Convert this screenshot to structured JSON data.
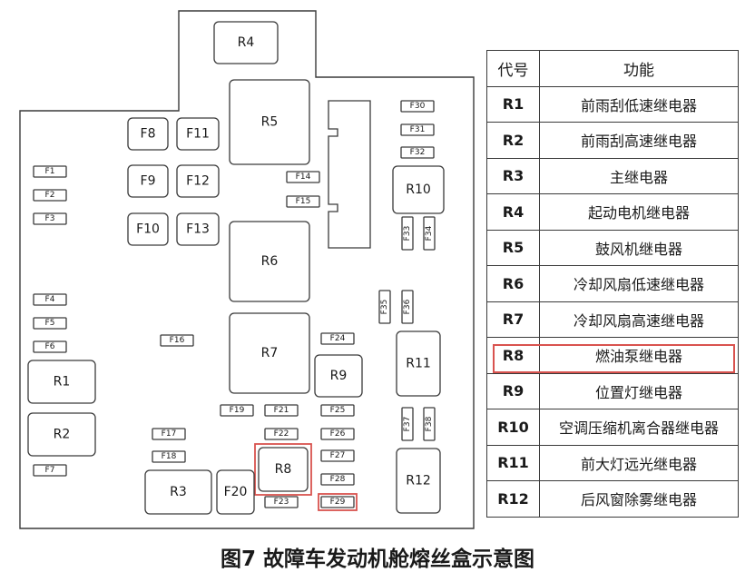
{
  "components": [
    {
      "id": "R4",
      "label": "R4"
    },
    {
      "id": "R5",
      "label": "R5"
    },
    {
      "id": "R6",
      "label": "R6"
    },
    {
      "id": "R7",
      "label": "R7"
    },
    {
      "id": "R8",
      "label": "R8"
    },
    {
      "id": "R9",
      "label": "R9"
    },
    {
      "id": "R10",
      "label": "R10"
    },
    {
      "id": "R11",
      "label": "R11"
    },
    {
      "id": "R12",
      "label": "R12"
    },
    {
      "id": "R1",
      "label": "R1"
    },
    {
      "id": "R2",
      "label": "R2"
    },
    {
      "id": "R3",
      "label": "R3"
    },
    {
      "id": "F8",
      "label": "F8"
    },
    {
      "id": "F11",
      "label": "F11"
    },
    {
      "id": "F9",
      "label": "F9"
    },
    {
      "id": "F12",
      "label": "F12"
    },
    {
      "id": "F10",
      "label": "F10"
    },
    {
      "id": "F13",
      "label": "F13"
    },
    {
      "id": "F20",
      "label": "F20"
    },
    {
      "id": "F1",
      "label": "F1"
    },
    {
      "id": "F2",
      "label": "F2"
    },
    {
      "id": "F3",
      "label": "F3"
    },
    {
      "id": "F4",
      "label": "F4"
    },
    {
      "id": "F5",
      "label": "F5"
    },
    {
      "id": "F6",
      "label": "F6"
    },
    {
      "id": "F7",
      "label": "F7"
    },
    {
      "id": "F14",
      "label": "F14"
    },
    {
      "id": "F15",
      "label": "F15"
    },
    {
      "id": "F16",
      "label": "F16"
    },
    {
      "id": "F17",
      "label": "F17"
    },
    {
      "id": "F18",
      "label": "F18"
    },
    {
      "id": "F19",
      "label": "F19"
    },
    {
      "id": "F21",
      "label": "F21"
    },
    {
      "id": "F22",
      "label": "F22"
    },
    {
      "id": "F23",
      "label": "F23"
    },
    {
      "id": "F24",
      "label": "F24"
    },
    {
      "id": "F25",
      "label": "F25"
    },
    {
      "id": "F26",
      "label": "F26"
    },
    {
      "id": "F27",
      "label": "F27"
    },
    {
      "id": "F28",
      "label": "F28"
    },
    {
      "id": "F29",
      "label": "F29"
    },
    {
      "id": "F30",
      "label": "F30"
    },
    {
      "id": "F31",
      "label": "F31"
    },
    {
      "id": "F32",
      "label": "F32"
    },
    {
      "id": "F33",
      "label": "F33"
    },
    {
      "id": "F34",
      "label": "F34"
    },
    {
      "id": "F35",
      "label": "F35"
    },
    {
      "id": "F36",
      "label": "F36"
    },
    {
      "id": "F37",
      "label": "F37"
    },
    {
      "id": "F38",
      "label": "F38"
    }
  ],
  "highlighted": [
    "R8",
    "F29"
  ],
  "legend": {
    "header": {
      "code": "代号",
      "function": "功能"
    },
    "rows": [
      {
        "code": "R1",
        "function": "前雨刮低速继电器"
      },
      {
        "code": "R2",
        "function": "前雨刮高速继电器"
      },
      {
        "code": "R3",
        "function": "主继电器"
      },
      {
        "code": "R4",
        "function": "起动电机继电器"
      },
      {
        "code": "R5",
        "function": "鼓风机继电器"
      },
      {
        "code": "R6",
        "function": "冷却风扇低速继电器"
      },
      {
        "code": "R7",
        "function": "冷却风扇高速继电器"
      },
      {
        "code": "R8",
        "function": "燃油泵继电器"
      },
      {
        "code": "R9",
        "function": "位置灯继电器"
      },
      {
        "code": "R10",
        "function": "空调压缩机离合器继电器"
      },
      {
        "code": "R11",
        "function": "前大灯远光继电器"
      },
      {
        "code": "R12",
        "function": "后风窗除雾继电器"
      }
    ],
    "highlighted_row": "R8"
  },
  "caption": "图7 故障车发动机舱熔丝盒示意图",
  "colors": {
    "highlight": "#d9534f",
    "stroke": "#3a3a3a"
  }
}
